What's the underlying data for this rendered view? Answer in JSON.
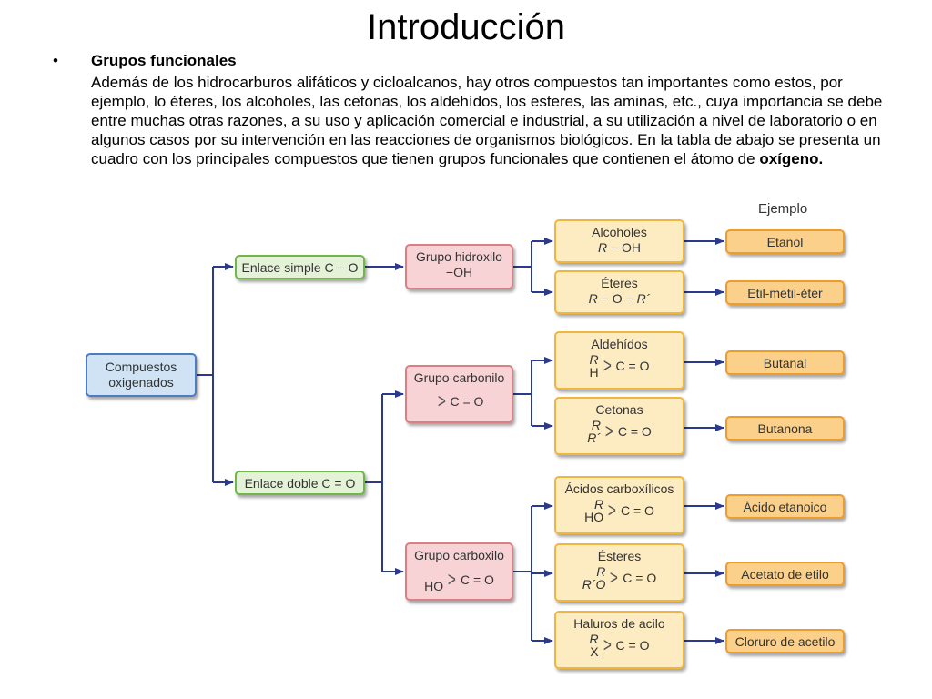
{
  "title": "Introducción",
  "bullet": "•",
  "subheading": "Grupos funcionales",
  "paragraph": {
    "text": "Además de los hidrocarburos alifáticos y cicloalcanos, hay otros compuestos tan importantes como estos, por ejemplo, lo éteres, los alcoholes, las cetonas, los aldehídos, los esteres, las aminas, etc., cuya importancia se debe entre muchas otras razones, a su uso y aplicación comercial e industrial, a su utilización a nivel de laboratorio o en algunos casos por su intervención en las reacciones de organismos biológicos. En la tabla de abajo se presenta un cuadro con los principales compuestos que tienen grupos funcionales que contienen el átomo de",
    "bold_end": "oxígeno."
  },
  "diagram": {
    "ejemplo_header": "Ejemplo",
    "root": {
      "line1": "Compuestos",
      "line2": "oxigenados"
    },
    "bond_simple": "Enlace simple C − O",
    "bond_double": "Enlace doble C = O",
    "group_hidroxilo": {
      "name": "Grupo hidroxilo",
      "formula": "−OH"
    },
    "group_carbonilo": {
      "name": "Grupo carbonilo",
      "core": "C = O"
    },
    "group_carboxilo": {
      "name": "Grupo carboxilo",
      "sub": "HO",
      "core": "C = O"
    },
    "families": {
      "alcoholes": {
        "name": "Alcoholes",
        "formula": "R − OH",
        "example": "Etanol"
      },
      "eteres": {
        "name": "Éteres",
        "formula": "R − O − R´",
        "example": "Etil-metil-éter"
      },
      "aldehidos": {
        "name": "Aldehídos",
        "sub1": "R",
        "sub2": "H",
        "core": "C = O",
        "example": "Butanal"
      },
      "cetonas": {
        "name": "Cetonas",
        "sub1": "R",
        "sub2": "R´",
        "core": "C = O",
        "example": "Butanona"
      },
      "acidos": {
        "name": "Ácidos carboxílicos",
        "sub1": "R",
        "sub2": "HO",
        "core": "C = O",
        "example": "Ácido etanoico"
      },
      "esteres": {
        "name": "Ésteres",
        "sub1": "R",
        "sub2": "R´O",
        "core": "C = O",
        "example": "Acetato de etilo"
      },
      "haluros": {
        "name": "Haluros de acilo",
        "sub1": "R",
        "sub2": "X",
        "core": "C = O",
        "example": "Cloruro de acetilo"
      }
    },
    "colors": {
      "connector": "#2a3a8c",
      "root_fill": "#cfe3f4",
      "bond_fill": "#e4f2d8",
      "group_fill": "#f7d3d5",
      "family_fill": "#fdebc2",
      "example_fill": "#fbd08a"
    }
  }
}
